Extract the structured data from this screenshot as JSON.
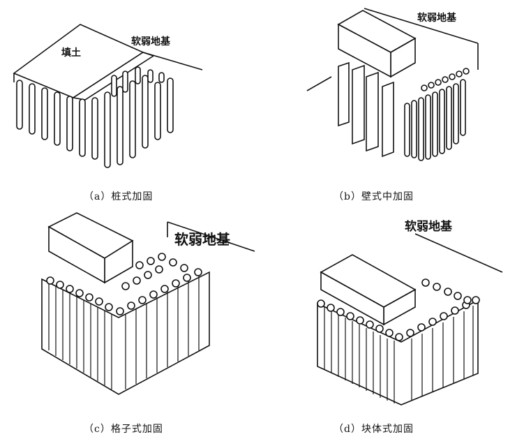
{
  "panels": {
    "a": {
      "caption": "（a）桩式加固",
      "label_fill": "填土",
      "label_soft": "软弱地基"
    },
    "b": {
      "caption": "（b）壁式中加固",
      "label_soft": "软弱地基"
    },
    "c": {
      "caption": "（c）格子式加固",
      "label_soft": "软弱地基"
    },
    "d": {
      "caption": "（d）块体式加固",
      "label_soft": "软弱地基"
    }
  }
}
